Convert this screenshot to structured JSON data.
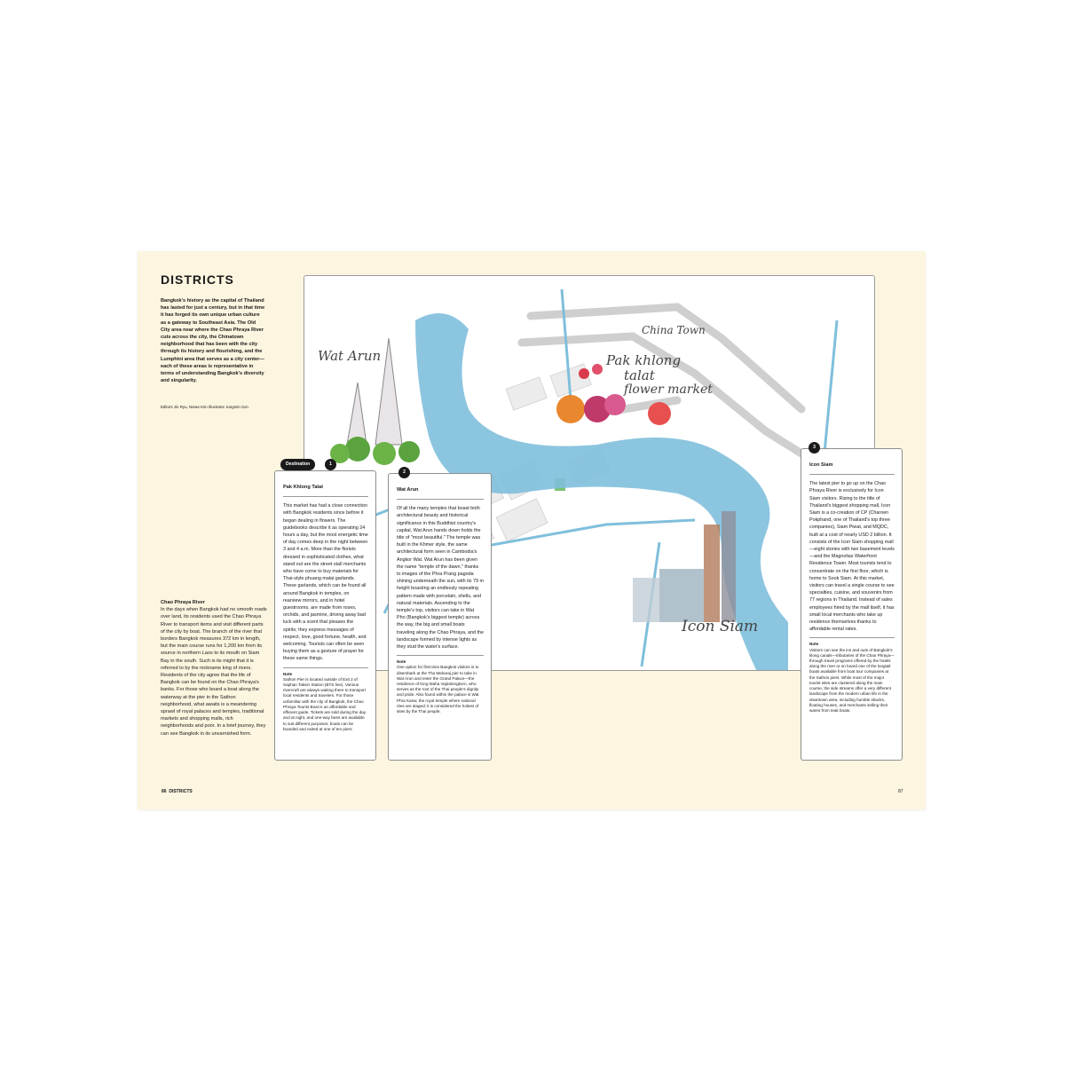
{
  "left_page": {
    "title": "DISTRICTS",
    "intro": "Bangkok's history as the capital of Thailand has lasted for just a century, but in that time it has forged its own unique urban culture as a gateway to Southeast Asia. The Old City area near where the Chao Phraya River cuts across the city, the Chinatown neighborhood that has been with the city through its history and flourishing, and the Lumphini area that serves as a city center—each of these areas is representative in terms of understanding Bangkok's diversity and singularity.",
    "credits": "Editors Jin Ryu, Narae Kim    Illustrator Jungmin Son",
    "river_title": "Chao Phraya River",
    "river_text": "In the days when Bangkok had no smooth roads over land, its residents used the Chao Phraya River to transport items and visit different parts of the city by boat. The branch of the river that borders Bangkok measures 372 km in length, but the main course runs for 1,200 km from its source in northern Laos to its mouth on Siam Bay in the south. Such is its might that it is referred to by the nickname king of rivers. Residents of the city agree that the life of Bangkok can be found on the Chao Phraya's banks. For those who board a boat along the waterway at the pier in the Sathon neighborhood, what awaits is a meandering sprawl of royal palaces and temples, traditional markets and shopping malls, rich neighborhoods and poor. In a brief journey, they can see Bangkok in its unvarnished form.",
    "folio": "86",
    "folio_section": "DISTRICTS"
  },
  "right_page": {
    "folio": "87"
  },
  "map": {
    "labels": {
      "wat_arun": "Wat Arun",
      "china_town": "China Town",
      "pak_khlong_1": "Pak khlong",
      "pak_khlong_2": "talat",
      "pak_khlong_3": "flower market",
      "icon_siam": "Icon Siam"
    },
    "colors": {
      "river": "#7fbfdc",
      "roads": "#c9c9c9"
    }
  },
  "cards": [
    {
      "badge": "Destination",
      "number": "1",
      "title": "Pak Khlong Talat",
      "body": "This market has had a close connection with Bangkok residents since before it began dealing in flowers. The guidebooks describe it as operating 24 hours a day, but the most energetic time of day comes deep in the night between 3 and 4 a.m. More than the florists dressed in sophisticated clothes, what stand out are the street stall merchants who have come to buy materials for Thai-style phuang malai garlands. These garlands, which can be found all around Bangkok in temples, on rearview mirrors, and in hotel guestrooms, are made from roses, orchids, and jasmine, driving away bad luck with a scent that pleases the spirits; they express messages of respect, love, good fortune, health, and welcoming. Tourists can often be seen buying them as a gesture of prayer for these same things.",
      "note_label": "Note",
      "note": "Sathon Pier is located outside of Exit 2 of Saphan Taksin Station (BTS line). Various rivercraft are always waiting there to transport local residents and travelers. For those unfamiliar with the city of Bangkok, the Chao Phraya Tourist Boat is an affordable and efficient guide. Tickets are sold during the day and at night, and one-way fares are available to suit different purposes; boats can be boarded and exited at one of ten piers."
    },
    {
      "number": "2",
      "title": "Wat Arun",
      "body": "Of all the many temples that boast both architectural beauty and historical significance in this Buddhist country's capital, Wat Arun hands down holds the title of \"most beautiful.\" The temple was built in the Khmer style, the same architectural form seen in Cambodia's Angkor Wat. Wat Arun has been given the name \"temple of the dawn,\" thanks to images of the Phra Prang pagoda shining underneath the sun, with its 79 m height boasting an endlessly repeating pattern made with porcelain, shells, and natural materials. Ascending to the temple's top, visitors can take in Wat Pho (Bangkok's biggest temple) across the way, the big and small boats traveling along the Chao Phraya, and the landscape formed by intense lights as they stud the water's surface.",
      "note_label": "Note",
      "note": "One option for first-time Bangkok visitors is to disembark at the Tha Maharaj pier to take in Wat Arun and enter the Grand Palace—the residence of King Maha Vajiralongkorn, who serves as the root of the Thai people's dignity and pride. Also found within the palace is Wat Phra Kaew, the royal temple where national rites are staged; it is considered the holiest of sites by the Thai people."
    },
    {
      "number": "3",
      "title": "Icon Siam",
      "body": "The latest pier to go up on the Chao Phraya River is exclusively for Icon Siam visitors. Rising to the title of Thailand's biggest shopping mall, Icon Siam is a co-creation of CP (Charoen Pokphand, one of Thailand's top three companies), Siam Piwat, and MQDC, built at a cost of nearly USD 2 billion. It consists of the Icon Siam shopping mall—eight stories with two basement levels—and the Magnolias Waterfront Residence Tower. Most tourists tend to concentrate on the first floor, which is home to Sook Siam. At this market, visitors can travel a single course to see specialties, cuisine, and souvenirs from 77 regions in Thailand. Instead of sales employees hired by the mall itself, it has small local merchants who take up residence themselves thanks to affordable rental rates.",
      "note_label": "Note",
      "note": "Visitors can see the ins and outs of Bangkok's klong canals—tributaries of the Chao Phraya—through travel programs offered by the hotels along the river or on board one of the longtail boats available from boat tour companies at the Sathon piers. While most of the major tourist sites are clustered along the main course, the side streams offer a very different landscape from the modern urban life in the downtown area, including humble shacks, floating houses, and merchants selling their wares from teak boats."
    }
  ]
}
